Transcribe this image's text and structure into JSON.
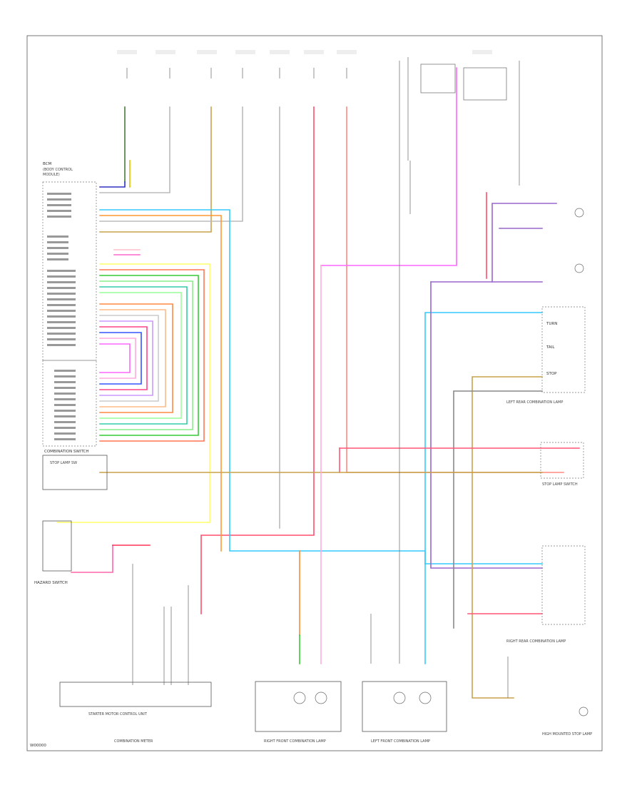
{
  "labels": {
    "page_ref": "W00000",
    "bottom_unit_1": "STARTER MOTOR CONTROL UNIT",
    "bottom_unit_2": "COMBINATION METER",
    "rf_lamp": "RIGHT FRONT COMBINATION LAMP",
    "lf_lamp": "LEFT FRONT COMBINATION LAMP",
    "rr_lamp": "RIGHT REAR COMBINATION LAMP",
    "lr_lamp": "LEFT REAR COMBINATION LAMP",
    "rf_side": "RIGHT FRONT COMBINATION LAMP",
    "lf_side": "LEFT FRONT COMBINATION LAMP",
    "bcm": "BODY CONTROL MODULE (BCM)",
    "hazard": "HAZARD SWITCH",
    "stop_lamp_switch": "STOP LAMP SWITCH",
    "combination_switch": "COMBINATION SWITCH",
    "high_mount": "HIGH MOUNTED STOP LAMP",
    "turn": "TURN",
    "tail": "TAIL",
    "stop": "STOP"
  }
}
